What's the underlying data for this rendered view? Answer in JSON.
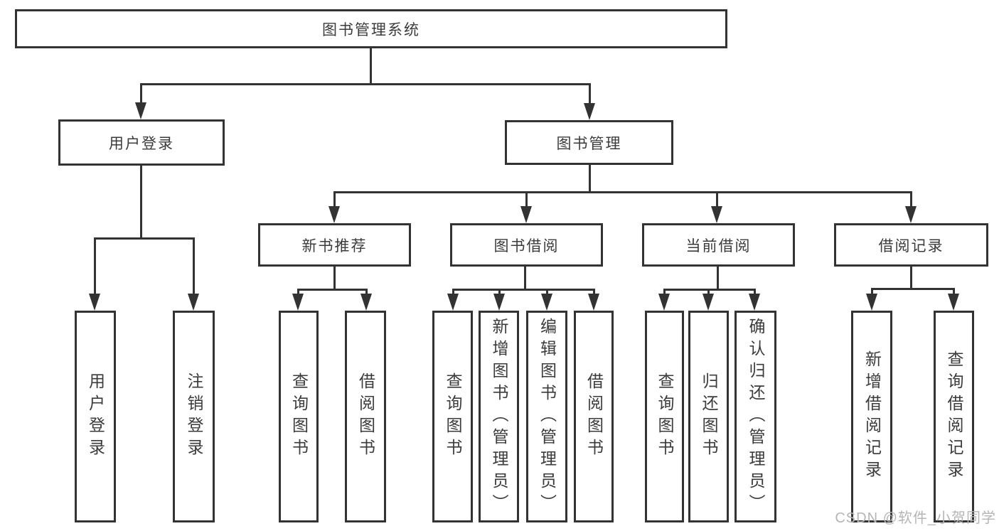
{
  "nodes": {
    "root": "图书管理系统",
    "level2": [
      "用户登录",
      "图书管理"
    ],
    "level3": [
      "新书推荐",
      "图书借阅",
      "当前借阅",
      "借阅记录"
    ],
    "leaves": {
      "user_login": [
        "用户登录",
        "注销登录"
      ],
      "new_book_recommend": [
        "查询图书",
        "借阅图书"
      ],
      "book_borrowing": [
        "查询图书",
        "新增图书（管理员）",
        "编辑图书（管理员）",
        "借阅图书"
      ],
      "current_borrowing": [
        "查询图书",
        "归还图书",
        "确认归还（管理员）"
      ],
      "borrowing_records": [
        "新增借阅记录",
        "查询借阅记录"
      ]
    }
  },
  "watermark": "CSDN @软件_小贺同学",
  "colors": {
    "line": "#333333",
    "text": "#3b3b3b",
    "watermark": "#b5b5b5",
    "background": "#ffffff"
  }
}
